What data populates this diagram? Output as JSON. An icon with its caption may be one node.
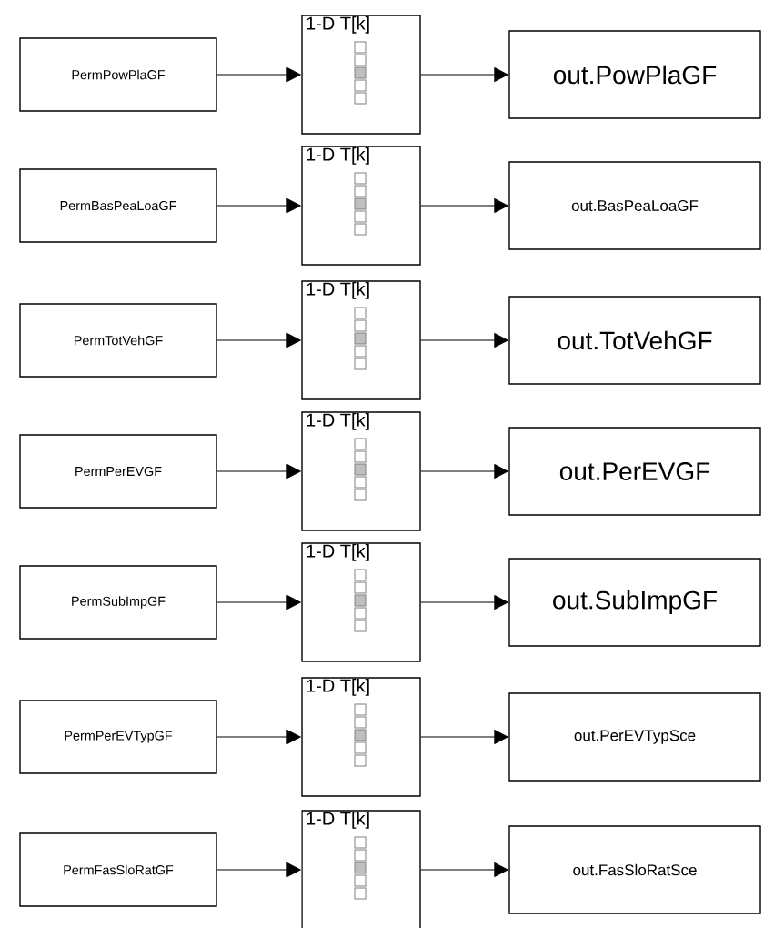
{
  "diagram": {
    "nodes": [
      {
        "text": [
          "PermPowPlaGF"
        ]
      },
      {
        "text": [
          "1-D T[k]"
        ]
      },
      {
        "text": [
          "out.PowPlaGF"
        ]
      },
      {
        "text": [
          "PermBasPeaLoaGF"
        ]
      },
      {
        "text": [
          "1-D T[k]"
        ]
      },
      {
        "text": [
          "out.BasPeaLoaGF"
        ]
      },
      {
        "text": [
          "PermTotVehGF"
        ]
      },
      {
        "text": [
          "1-D T[k]"
        ]
      },
      {
        "text": [
          "out.TotVehGF"
        ]
      },
      {
        "text": [
          "PermPerEVGF"
        ]
      },
      {
        "text": [
          "1-D T[k]"
        ]
      },
      {
        "text": [
          "out.PerEVGF"
        ]
      },
      {
        "text": [
          "PermSubImpGF"
        ]
      },
      {
        "text": [
          "1-D T[k]"
        ]
      },
      {
        "text": [
          "out.SubImpGF"
        ]
      },
      {
        "text": [
          "PermPerEVTypGF"
        ]
      },
      {
        "text": [
          "1-D T[k]"
        ]
      },
      {
        "text": [
          "out.PerEVTypSce"
        ]
      },
      {
        "text": [
          "PermFasSloRatGF"
        ]
      },
      {
        "text": [
          "1-D T[k]"
        ]
      },
      {
        "text": [
          "out.FasSloRatSce"
        ]
      }
    ],
    "edges": [
      {
        "from": 0,
        "to": 1,
        "arrow": "to"
      },
      {
        "from": 1,
        "to": 2,
        "arrow": "to"
      },
      {
        "from": 3,
        "to": 4,
        "arrow": "to"
      },
      {
        "from": 4,
        "to": 5,
        "arrow": "to"
      },
      {
        "from": 6,
        "to": 7,
        "arrow": "to"
      },
      {
        "from": 7,
        "to": 8,
        "arrow": "to"
      },
      {
        "from": 9,
        "to": 10,
        "arrow": "to"
      },
      {
        "from": 10,
        "to": 11,
        "arrow": "to"
      },
      {
        "from": 12,
        "to": 13,
        "arrow": "to"
      },
      {
        "from": 13,
        "to": 14,
        "arrow": "to"
      },
      {
        "from": 15,
        "to": 16,
        "arrow": "to"
      },
      {
        "from": 16,
        "to": 17,
        "arrow": "to"
      },
      {
        "from": 18,
        "to": 19,
        "arrow": "to"
      },
      {
        "from": 19,
        "to": 20,
        "arrow": "to"
      }
    ]
  }
}
